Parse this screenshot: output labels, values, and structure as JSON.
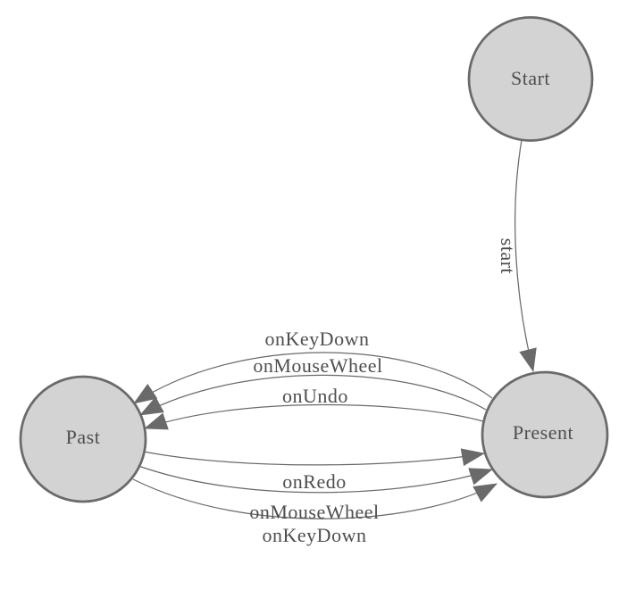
{
  "diagram": {
    "kind": "state-machine-graph",
    "background": "#ffffff",
    "colors": {
      "node_fill": "#d3d3d3",
      "node_stroke": "#6a6a6a",
      "edge_stroke": "#6a6a6a",
      "arrowhead": "#6a6a6a",
      "text": "#4e4e4e"
    },
    "nodes": [
      {
        "id": "start",
        "label": "Start"
      },
      {
        "id": "present",
        "label": "Present"
      },
      {
        "id": "past",
        "label": "Past"
      }
    ],
    "edges": [
      {
        "from": "Start",
        "to": "Present",
        "label": "start"
      },
      {
        "from": "Present",
        "to": "Past",
        "label": "onKeyDown"
      },
      {
        "from": "Present",
        "to": "Past",
        "label": "onMouseWheel"
      },
      {
        "from": "Present",
        "to": "Past",
        "label": "onUndo"
      },
      {
        "from": "Past",
        "to": "Present",
        "label": "onRedo"
      },
      {
        "from": "Past",
        "to": "Present",
        "label": "onMouseWheel"
      },
      {
        "from": "Past",
        "to": "Present",
        "label": "onKeyDown"
      }
    ]
  }
}
